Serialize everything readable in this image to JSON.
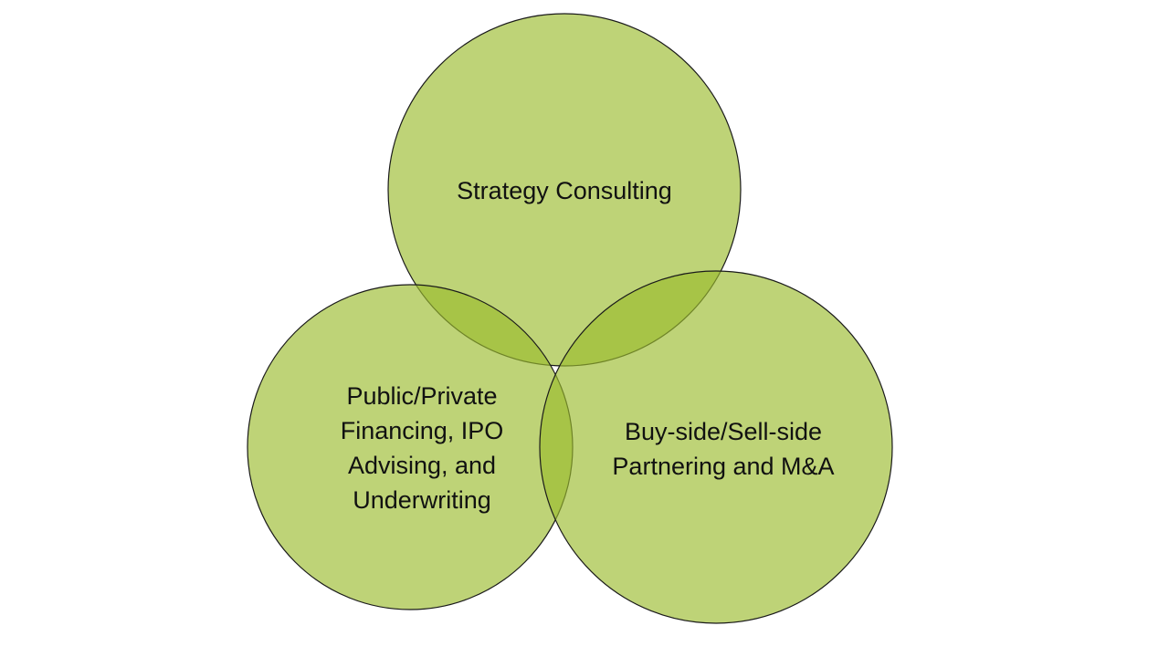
{
  "diagram": {
    "type": "venn",
    "sets": [
      {
        "id": "top",
        "label": "Strategy Consulting"
      },
      {
        "id": "left",
        "label": "Public/Private\nFinancing, IPO\nAdvising, and\nUnderwriting"
      },
      {
        "id": "right",
        "label": "Buy-side/Sell-side\nPartnering and M&A"
      }
    ],
    "colors": {
      "circle_fill": "#9bbb2e",
      "circle_stroke": "#1a1a1a",
      "background": "#ffffff",
      "text": "#111111"
    }
  }
}
